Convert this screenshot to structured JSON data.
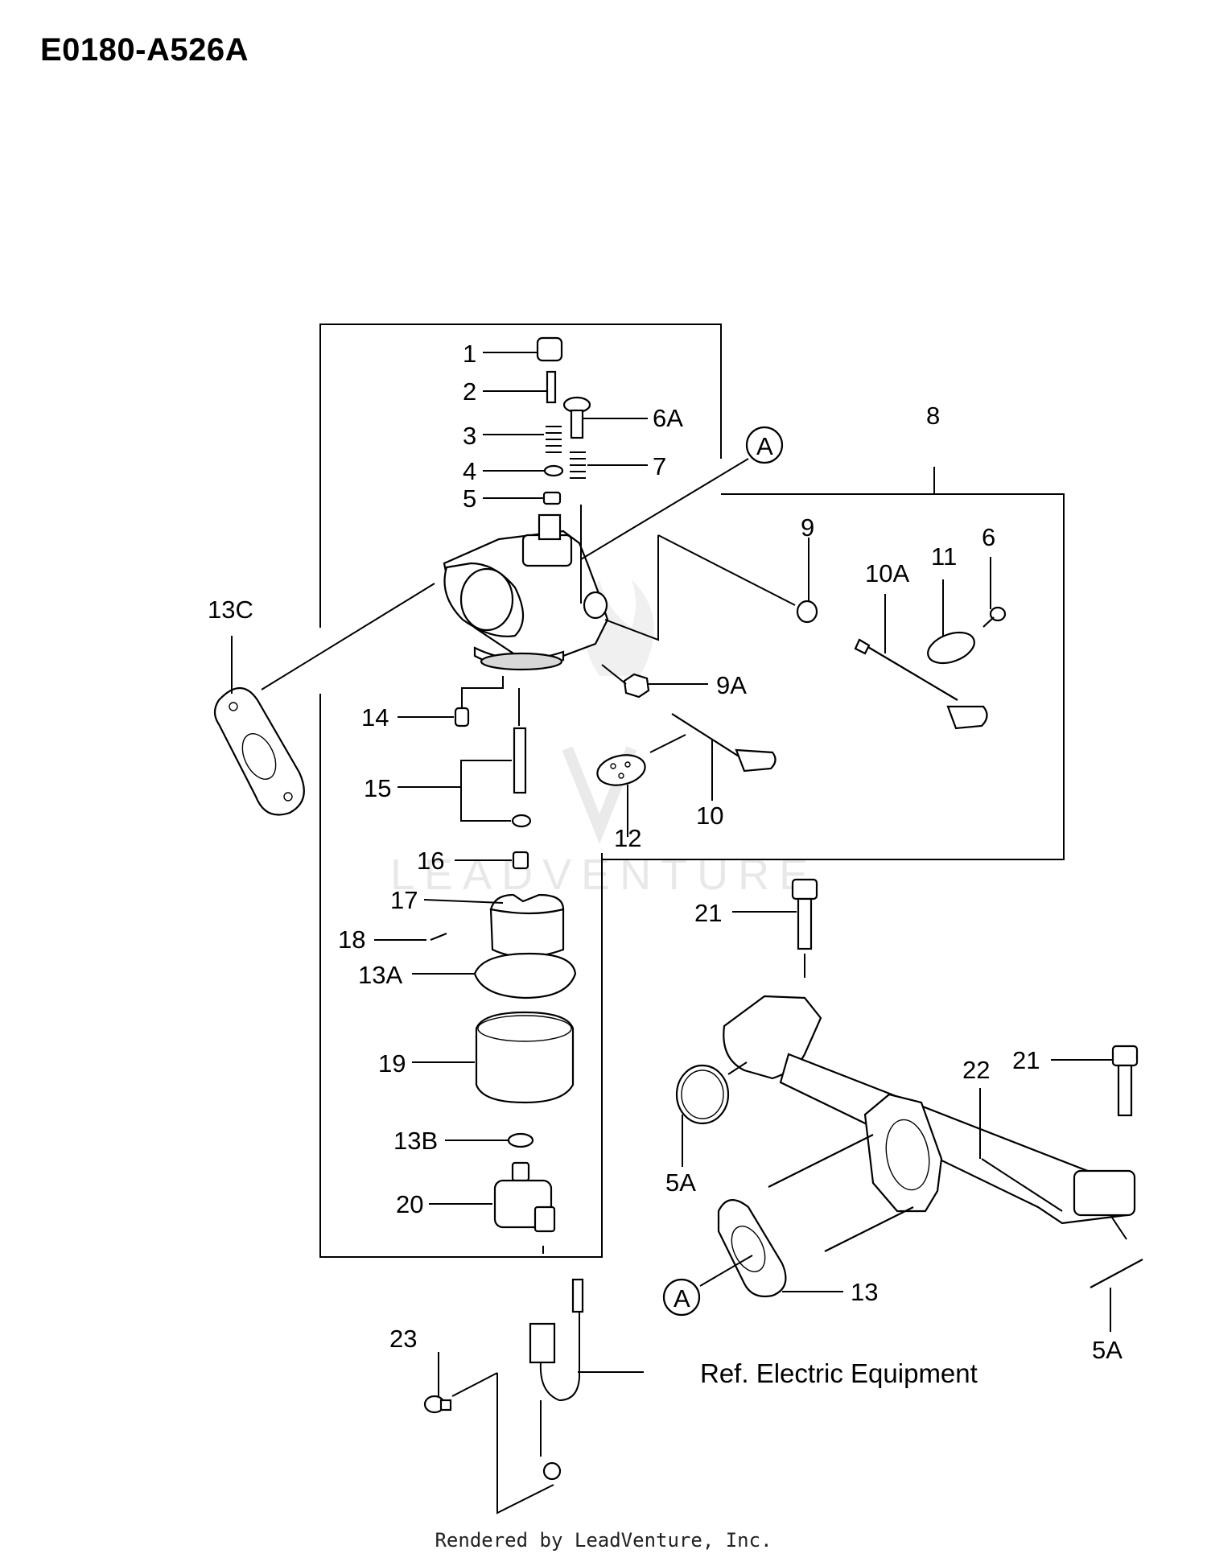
{
  "diagram_code": "E0180-A526A",
  "footer_text": "Rendered by LeadVenture, Inc.",
  "watermark_text": "LEADVENTURE",
  "reference_note": "Ref. Electric  Equipment",
  "callout_letter": "A",
  "part_labels": {
    "p1": "1",
    "p2": "2",
    "p3": "3",
    "p4": "4",
    "p5": "5",
    "p6": "6",
    "p6a": "6A",
    "p7": "7",
    "p8": "8",
    "p9": "9",
    "p9a": "9A",
    "p10": "10",
    "p10a": "10A",
    "p11": "11",
    "p12": "12",
    "p13": "13",
    "p13a": "13A",
    "p13b": "13B",
    "p13c": "13C",
    "p14": "14",
    "p15": "15",
    "p16": "16",
    "p17": "17",
    "p18": "18",
    "p19": "19",
    "p20": "20",
    "p21a": "21",
    "p21b": "21",
    "p22": "22",
    "p23": "23",
    "p5a_a": "5A",
    "p5a_b": "5A"
  }
}
